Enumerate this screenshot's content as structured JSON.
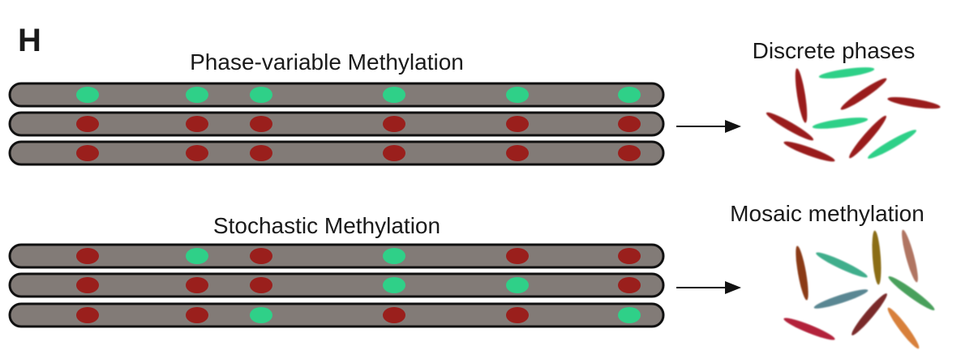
{
  "panel_label": "H",
  "colors": {
    "rod": "#827b77",
    "methylated": "#2fd088",
    "unmethylated": "#9a1f1c",
    "outline": "#111111"
  },
  "phase_variable": {
    "title": "Phase-variable Methylation",
    "rows": [
      [
        "G",
        "G",
        "G",
        "G",
        "G",
        "G"
      ],
      [
        "R",
        "R",
        "R",
        "R",
        "R",
        "R"
      ],
      [
        "R",
        "R",
        "R",
        "R",
        "R",
        "R"
      ]
    ],
    "outcome_label": "Discrete phases",
    "cell_colors": [
      "#9a1f1c",
      "#2fd088",
      "#9a1f1c",
      "#9a1f1c",
      "#9a1f1c",
      "#2fd088",
      "#9a1f1c",
      "#9a1f1c",
      "#2fd088"
    ]
  },
  "stochastic": {
    "title": "Stochastic Methylation",
    "rows": [
      [
        "R",
        "G",
        "R",
        "G",
        "R",
        "R"
      ],
      [
        "R",
        "R",
        "R",
        "G",
        "G",
        "R"
      ],
      [
        "R",
        "R",
        "G",
        "R",
        "R",
        "G"
      ]
    ],
    "outcome_label": "Mosaic methylation",
    "cell_colors": [
      "#8b3a12",
      "#3fae8c",
      "#8b6d14",
      "#b07462",
      "#4aa05c",
      "#5a8793",
      "#b3203a",
      "#7a2a2a",
      "#d8803a"
    ]
  }
}
